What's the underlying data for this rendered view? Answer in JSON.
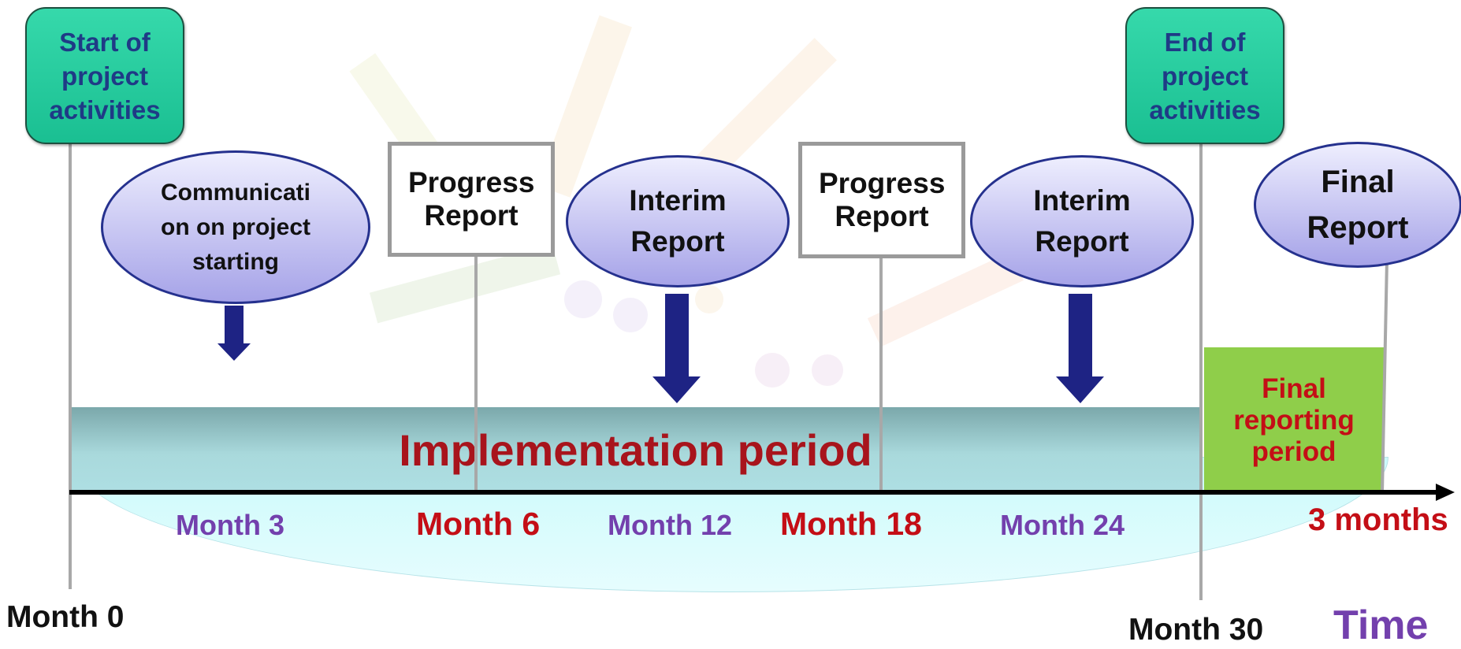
{
  "milestones": {
    "start": "Start of project activities",
    "end": "End of project activities"
  },
  "reports": {
    "communication": "Communication on project starting",
    "progress_1": "Progress Report",
    "interim_1": "Interim Report",
    "progress_2": "Progress Report",
    "interim_2": "Interim Report",
    "final": "Final Report"
  },
  "periods": {
    "implementation": "Implementation period",
    "final_reporting": "Final reporting period"
  },
  "axis": {
    "month_3": "Month 3",
    "month_6": "Month 6",
    "month_12": "Month 12",
    "month_18": "Month 18",
    "month_24": "Month 24",
    "three_months": "3 months",
    "month_0": "Month 0",
    "month_30": "Month 30",
    "time": "Time"
  },
  "colors": {
    "milestone_green": "#20c99a",
    "ellipse_fill": "#b4b2ee",
    "arrow_navy": "#1e2384",
    "implementation_bar": "#8fc3c6",
    "final_period_green": "#8fce4a",
    "dark_red": "#a8141c",
    "purple": "#7340ad"
  }
}
